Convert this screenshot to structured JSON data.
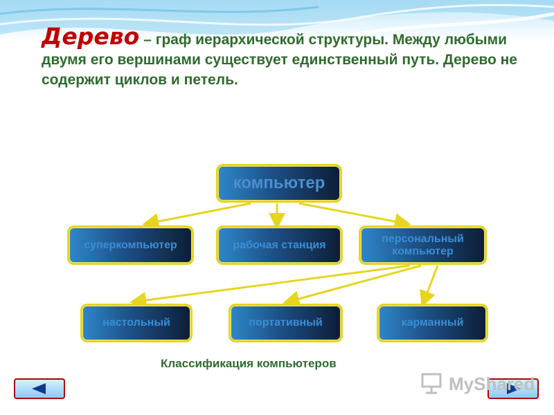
{
  "header": {
    "title_word": "Дерево",
    "title_rest": " – граф иерархической структуры. Между любыми двумя его вершинами существует единственный путь. Дерево не содержит циклов и петель."
  },
  "diagram": {
    "root": "компьютер",
    "level1": [
      "суперкомпьютер",
      "рабочая станция",
      "персональный компьютер"
    ],
    "level2": [
      "настольный",
      "портативный",
      "карманный"
    ],
    "caption": "Классификация компьютеров"
  },
  "nav": {
    "prev_icon": "arrow-left-icon",
    "next_icon": "arrow-right-icon"
  },
  "watermark": {
    "text": "MyShared",
    "icon": "presentation-icon"
  },
  "colors": {
    "title_word": "#c00000",
    "text": "#2e6b2e",
    "node_border": "#e6d51e",
    "node_text": "#3a8fd6",
    "connector": "#e6d51e"
  }
}
